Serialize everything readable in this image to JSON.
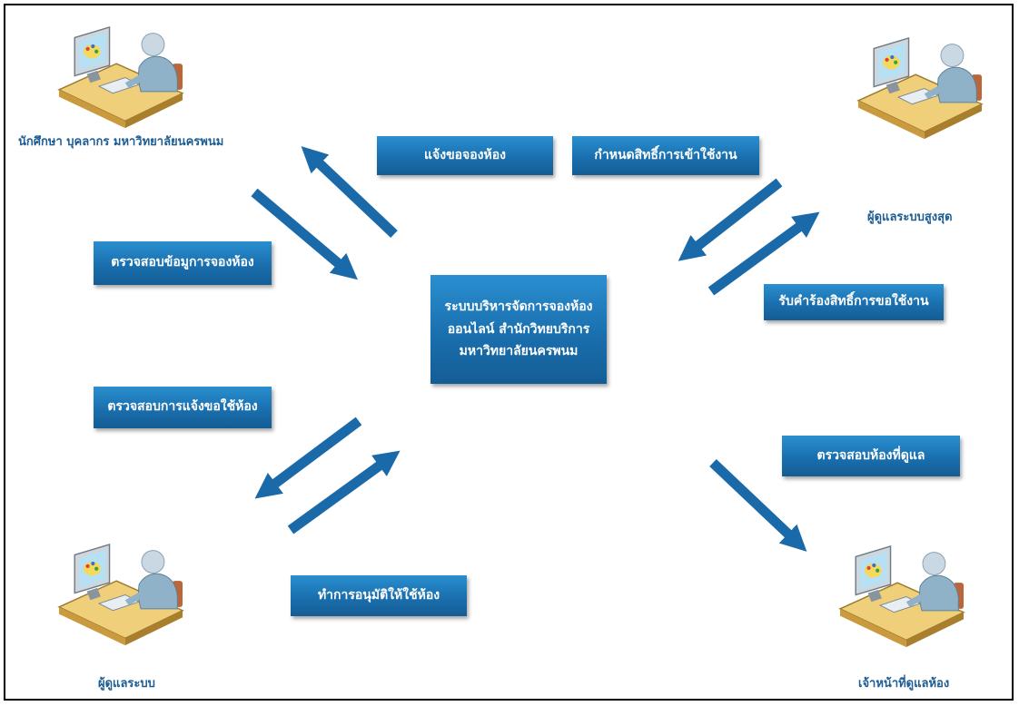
{
  "system": {
    "line1": "ระบบบริหารจัดการจองห้อง",
    "line2": "ออนไลน์ สำนักวิทยบริการ",
    "line3": "มหาวิทยาลัยนครพนม"
  },
  "actors": {
    "students": "นักศึกษา บุคลากร มหาวิทยาลัยนครพนม",
    "super_admin": "ผู้ดูแลระบบสูงสุด",
    "admin": "ผู้ดูแลระบบ",
    "room_staff": "เจ้าหน้าที่ดูแลห้อง"
  },
  "processes": {
    "notify_booking": "แจ้งขอจองห้อง",
    "set_permissions": "กำหนดสิทธิ์การเข้าใช้งาน",
    "check_booking": "ตรวจสอบข้อมูการจองห้อง",
    "receive_request": "รับคำร้องสิทธิ์การขอใช้งาน",
    "check_request": "ตรวจสอบการแจ้งขอใช้ห้อง",
    "check_rooms": "ตรวจสอบห้องที่ดูแล",
    "approve": "ทำการอนุมัติให้ใช้ห้อง"
  },
  "colors": {
    "box_fill": "#1a6fae",
    "arrow": "#1a69a8",
    "label_text": "#1d5d93"
  },
  "icons": [
    "computer-user-icon"
  ]
}
